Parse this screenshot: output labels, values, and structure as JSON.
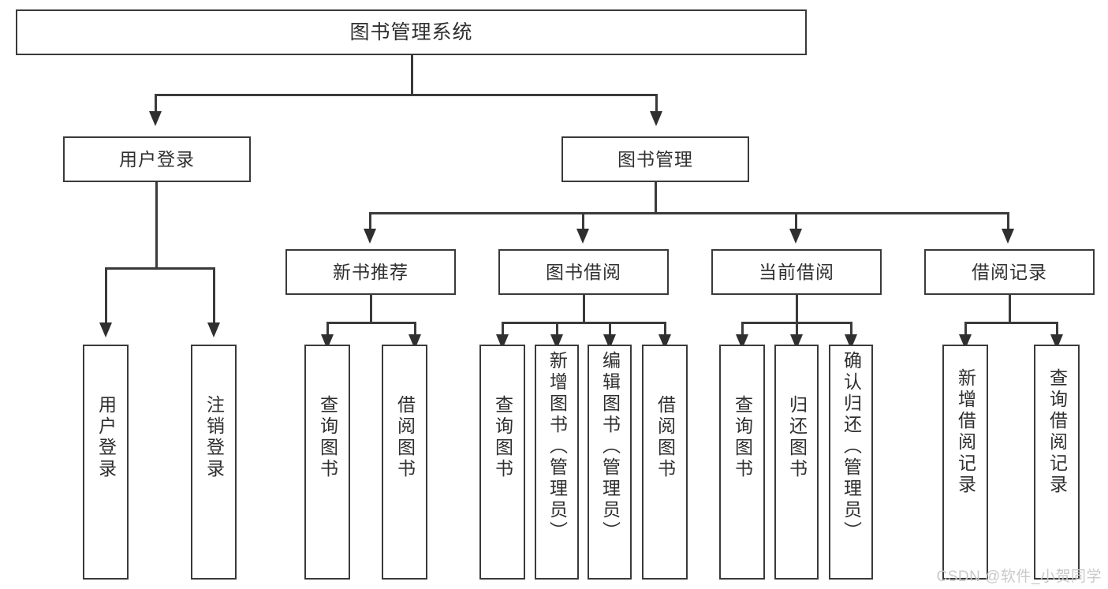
{
  "diagram": {
    "title": "图书管理系统",
    "type": "tree-hierarchy-diagram",
    "watermark": "CSDN @软件_小贺同学",
    "colors": {
      "background": "#ffffff",
      "box_border": "#3a3a3a",
      "box_fill": "#ffffff",
      "text": "#2f2f2f",
      "connector": "#3a3a3a",
      "watermark": "#c9c9c9"
    },
    "root": {
      "label": "图书管理系统"
    },
    "level1": [
      {
        "id": "user-login",
        "label": "用户登录"
      },
      {
        "id": "book-manage",
        "label": "图书管理"
      }
    ],
    "level2": [
      {
        "id": "new-book-recommend",
        "label": "新书推荐",
        "parent": "book-manage"
      },
      {
        "id": "book-borrow",
        "label": "图书借阅",
        "parent": "book-manage"
      },
      {
        "id": "current-borrow",
        "label": "当前借阅",
        "parent": "book-manage"
      },
      {
        "id": "borrow-record",
        "label": "借阅记录",
        "parent": "book-manage"
      }
    ],
    "leaves": {
      "user-login": [
        {
          "id": "leaf-user-login",
          "label": "用户登录"
        },
        {
          "id": "leaf-logout-login",
          "label": "注销登录"
        }
      ],
      "new-book-recommend": [
        {
          "id": "leaf-query-book-1",
          "label": "查询图书"
        },
        {
          "id": "leaf-borrow-book-1",
          "label": "借阅图书"
        }
      ],
      "book-borrow": [
        {
          "id": "leaf-query-book-2",
          "label": "查询图书"
        },
        {
          "id": "leaf-add-book",
          "label": "新增图书（管理员）"
        },
        {
          "id": "leaf-edit-book",
          "label": "编辑图书（管理员）"
        },
        {
          "id": "leaf-borrow-book-2",
          "label": "借阅图书"
        }
      ],
      "current-borrow": [
        {
          "id": "leaf-query-book-3",
          "label": "查询图书"
        },
        {
          "id": "leaf-return-book",
          "label": "归还图书"
        },
        {
          "id": "leaf-confirm-return",
          "label": "确认归还（管理员）"
        }
      ],
      "borrow-record": [
        {
          "id": "leaf-add-record",
          "label": "新增借阅记录"
        },
        {
          "id": "leaf-query-record",
          "label": "查询借阅记录"
        }
      ]
    }
  }
}
